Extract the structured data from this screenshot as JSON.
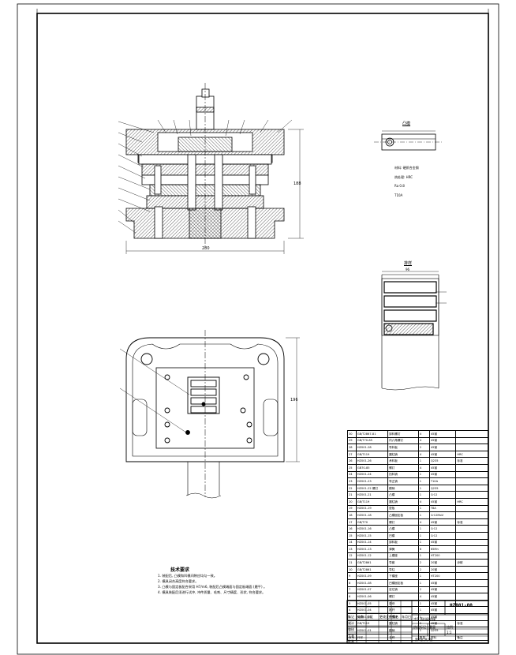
{
  "drawing": {
    "drawing_number": "HZ001-00",
    "assembly_title": "冲孔落料级进模",
    "scale": "1:1",
    "sheet": "第1张 共1张"
  },
  "views": {
    "punch_title": "凸模",
    "punch_spec": [
      "材料: 硬质合金钢",
      "热处理: HRC",
      "Ra 0.8",
      "T10A"
    ],
    "strip_title": "排样",
    "strip_dim": "96"
  },
  "dimensions": {
    "front_width": "280",
    "front_height": "188",
    "top_height": "196"
  },
  "technical_requirements": {
    "title": "技术要求",
    "items": [
      "1. 装配后, 凸模和凹模间隙应均匀一致。",
      "2. 模具闭合高度符合要求。",
      "3. 凸模与固定板配合采用 H7/m6, 装配后凸模端面与固定板端面 (磨平) 。",
      "4. 模具装配后须进行试冲, 冲件质量、毛刺、尺寸精度、形状, 符合要求。"
    ]
  },
  "bom": {
    "rows": [
      [
        "30",
        "GB/T2867-81",
        "卸料螺钉",
        "4",
        "45钢",
        ""
      ],
      [
        "29",
        "GB/T70-85",
        "内六角螺钉",
        "4",
        "45钢",
        ""
      ],
      [
        "28",
        "HZ001-28",
        "导料板",
        "2",
        "45钢",
        ""
      ],
      [
        "27",
        "GB/T119",
        "圆柱销",
        "4",
        "45钢",
        "HRC"
      ],
      [
        "26",
        "HZ001-26",
        "承料板",
        "1",
        "Q235",
        "标准"
      ],
      [
        "25",
        "GB70-85",
        "螺钉",
        "4",
        "45钢",
        ""
      ],
      [
        "24",
        "HZ001-24",
        "挡料销",
        "1",
        "45钢",
        ""
      ],
      [
        "23",
        "HZ001-23",
        "导正销",
        "1",
        "T10A",
        ""
      ],
      [
        "22",
        "HZ001-22 螺钉",
        "模柄",
        "1",
        "Q235",
        ""
      ],
      [
        "21",
        "HZ001-21",
        "凸模",
        "1",
        "Cr12",
        ""
      ],
      [
        "20",
        "GB/T119",
        "圆柱销",
        "4",
        "45钢",
        "HRC"
      ],
      [
        "19",
        "HZ001-19",
        "垫板",
        "1",
        "T8A",
        ""
      ],
      [
        "18",
        "HZ001-18",
        "凸模固定板",
        "1",
        "Cr12MoV",
        ""
      ],
      [
        "17",
        "GB/T70",
        "螺钉",
        "4",
        "45钢",
        "标准"
      ],
      [
        "16",
        "HZ001-16",
        "凸模",
        "1",
        "Cr12",
        ""
      ],
      [
        "15",
        "HZ001-15",
        "凹模",
        "1",
        "Cr12",
        ""
      ],
      [
        "14",
        "HZ001-14",
        "卸料板",
        "1",
        "45钢",
        ""
      ],
      [
        "13",
        "HZ001-13",
        "弹簧",
        "6",
        "65Mn",
        ""
      ],
      [
        "12",
        "HZ001-12",
        "上模座",
        "1",
        "HT200",
        ""
      ],
      [
        "11",
        "GB/T2861",
        "导套",
        "2",
        "20钢",
        "渗碳"
      ],
      [
        "10",
        "GB/T2861",
        "导柱",
        "2",
        "20钢",
        ""
      ],
      [
        "9",
        "HZ001-09",
        "下模座",
        "1",
        "HT200",
        ""
      ],
      [
        "8",
        "HZ001-08",
        "凹模固定板",
        "1",
        "45钢",
        ""
      ],
      [
        "7",
        "HZ001-07",
        "定位销",
        "2",
        "45钢",
        ""
      ],
      [
        "6",
        "HZ001-06",
        "螺钉",
        "4",
        "45钢",
        ""
      ],
      [
        "5",
        "HZ001-05",
        "垫块",
        "1",
        "45钢",
        ""
      ],
      [
        "4",
        "HZ001-04",
        "推杆",
        "1",
        "45钢",
        ""
      ],
      [
        "3",
        "HZ001-03",
        "顶件块",
        "1",
        "45钢",
        ""
      ],
      [
        "2",
        "GB/T119",
        "圆柱销",
        "2",
        "45钢",
        "标准"
      ],
      [
        "1",
        "HZ001-01",
        "模柄",
        "1",
        "Q235",
        ""
      ]
    ],
    "header": [
      "序号",
      "代号",
      "名称",
      "数量",
      "材料",
      "备注"
    ]
  },
  "title_block": {
    "labels": [
      "标记",
      "处数",
      "分区",
      "更改文件号",
      "签名",
      "年月日",
      "设计",
      "审核",
      "工艺",
      "批准"
    ],
    "stage_label": "阶段标记",
    "weight_label": "重量",
    "scale_label": "比例"
  }
}
